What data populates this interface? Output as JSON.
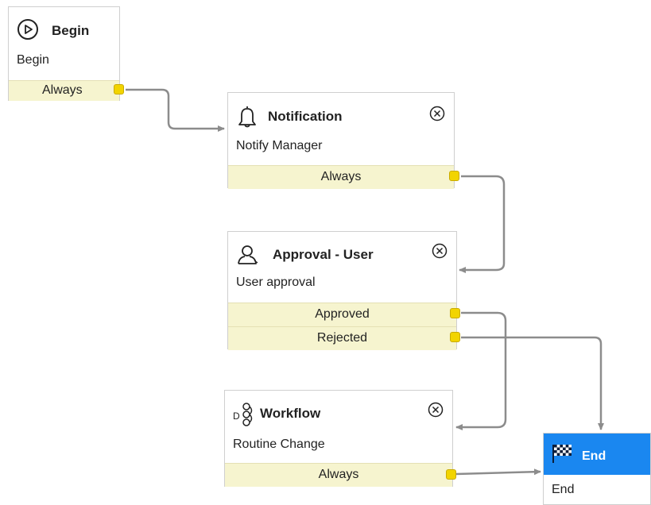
{
  "colors": {
    "accent": "#1a87f0",
    "outlet_bg": "#f6f4cf",
    "port": "#f2d400",
    "connector": "#8c8c8c"
  },
  "nodes": {
    "begin": {
      "title": "Begin",
      "description": "Begin",
      "icon": "play-circle-icon",
      "outlets": [
        "Always"
      ]
    },
    "notification": {
      "title": "Notification",
      "description": "Notify Manager",
      "icon": "bell-icon",
      "outlets": [
        "Always"
      ]
    },
    "approval": {
      "title": "Approval - User",
      "description": "User approval",
      "icon": "user-icon",
      "outlets": [
        "Approved",
        "Rejected"
      ]
    },
    "workflow": {
      "title": "Workflow",
      "description": "Routine Change",
      "icon": "workflow-icon",
      "outlets": [
        "Always"
      ]
    },
    "end": {
      "title": "End",
      "description": "End",
      "icon": "checkered-flag-icon"
    }
  }
}
